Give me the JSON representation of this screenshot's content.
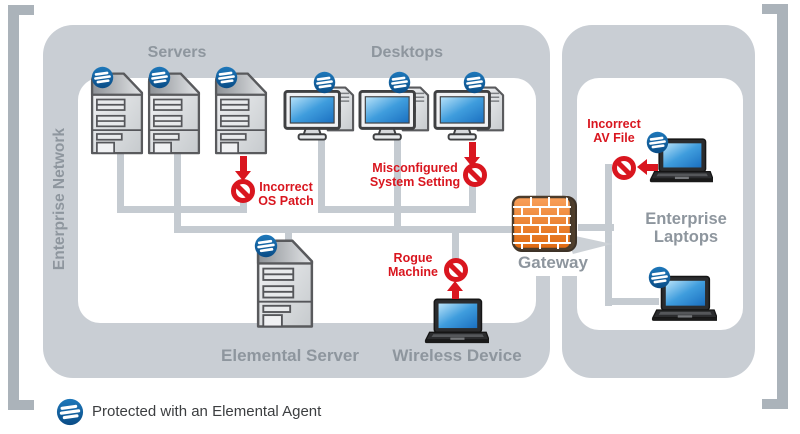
{
  "labels": {
    "servers": "Servers",
    "desktops": "Desktops",
    "enterprise_network": "Enterprise Network",
    "elemental_server": "Elemental Server",
    "wireless_device": "Wireless Device",
    "gateway": "Gateway",
    "enterprise_laptops": "Enterprise\nLaptops"
  },
  "threats": {
    "incorrect_os_patch": "Incorrect\nOS Patch",
    "misconfigured_system_setting": "Misconfigured\nSystem Setting",
    "rogue_machine": "Rogue\nMachine",
    "incorrect_av_file": "Incorrect\nAV File"
  },
  "legend": {
    "protected": "Protected with an Elemental Agent"
  },
  "icons": {
    "agent_badge": "elemental-agent-badge-icon",
    "server": "server-tower-icon",
    "desktop": "desktop-computer-icon",
    "laptop": "laptop-icon",
    "firewall": "brick-firewall-icon",
    "prohibition": "no-entry-icon",
    "arrow": "red-arrow-icon"
  },
  "colors": {
    "frame": "#c9ced4",
    "line": "#c5cbd1",
    "bracket": "#abb3ba",
    "label": "#8e969e",
    "alert": "#d9161f",
    "legend": "#3c3e40",
    "badge_blue": "#0f5a9e",
    "screen_blue": "#2f86cf",
    "brick_orange": "#e8762a"
  }
}
